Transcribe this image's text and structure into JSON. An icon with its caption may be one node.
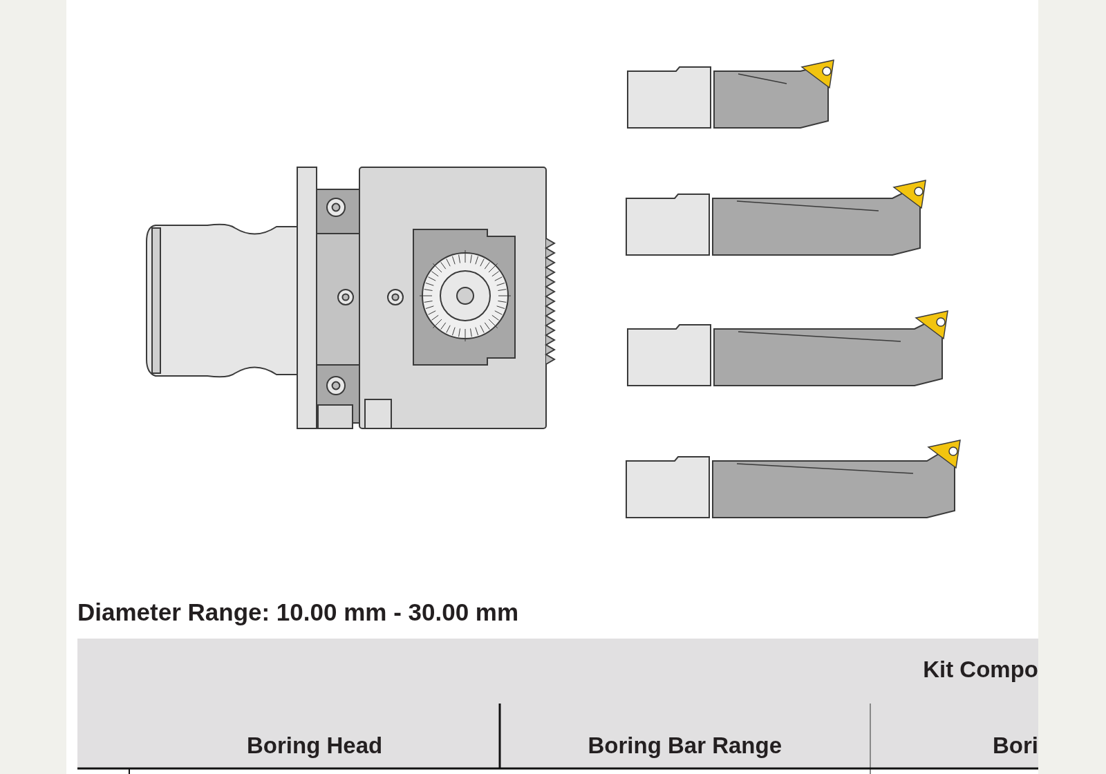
{
  "diagram": {
    "labels": [
      "Diameter Range: 10.00 mm - 30.00 mm",
      "Kit Compo",
      "Boring Head",
      "Boring Bar Range",
      "Bori"
    ]
  }
}
